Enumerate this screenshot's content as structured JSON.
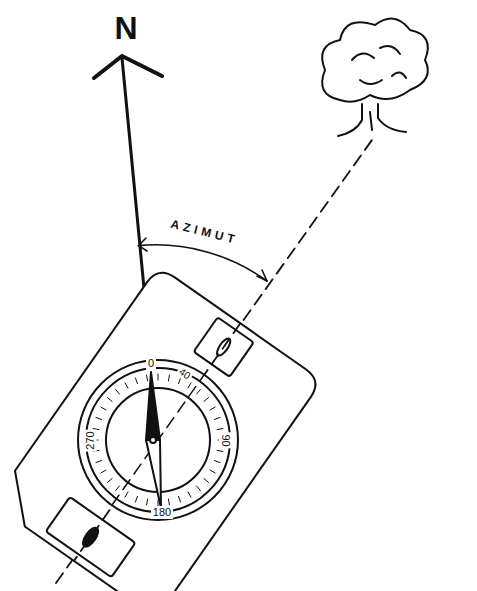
{
  "diagram": {
    "labels": [
      "N",
      "AZIMUT",
      "0",
      "40",
      "90",
      "180",
      "270"
    ]
  }
}
